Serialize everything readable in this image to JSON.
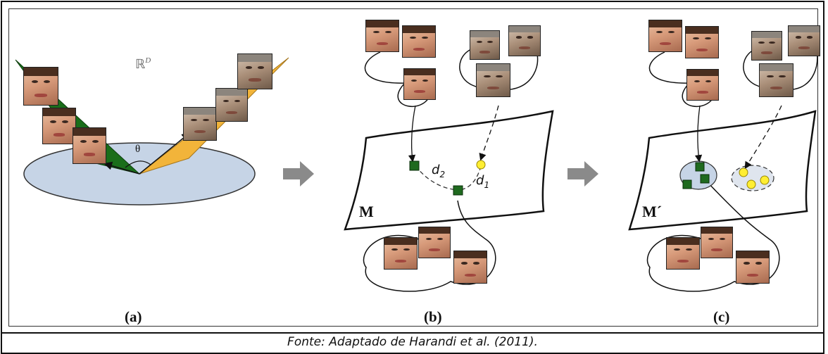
{
  "caption": "Fonte: Adaptado de Harandi et al. (2011).",
  "panel_labels": {
    "a": "(a)",
    "b": "(b)",
    "c": "(c)"
  },
  "panel_a": {
    "space_label": "ℝ",
    "space_sup": "D",
    "angle_label": "θ"
  },
  "panel_b": {
    "manifold_label": "M",
    "d2_label": "d",
    "d2_sub": "2",
    "d1_label": "d",
    "d1_sub": "1"
  },
  "panel_c": {
    "manifold_label": "M´"
  },
  "colors": {
    "green_subspace": "#1a6e1a",
    "orange_subspace": "#f2b43a",
    "disk": "#c6d4e6",
    "yellow_point": "#ffee33",
    "green_point": "#1f6a1f",
    "arrow": "#8a8a8a"
  }
}
